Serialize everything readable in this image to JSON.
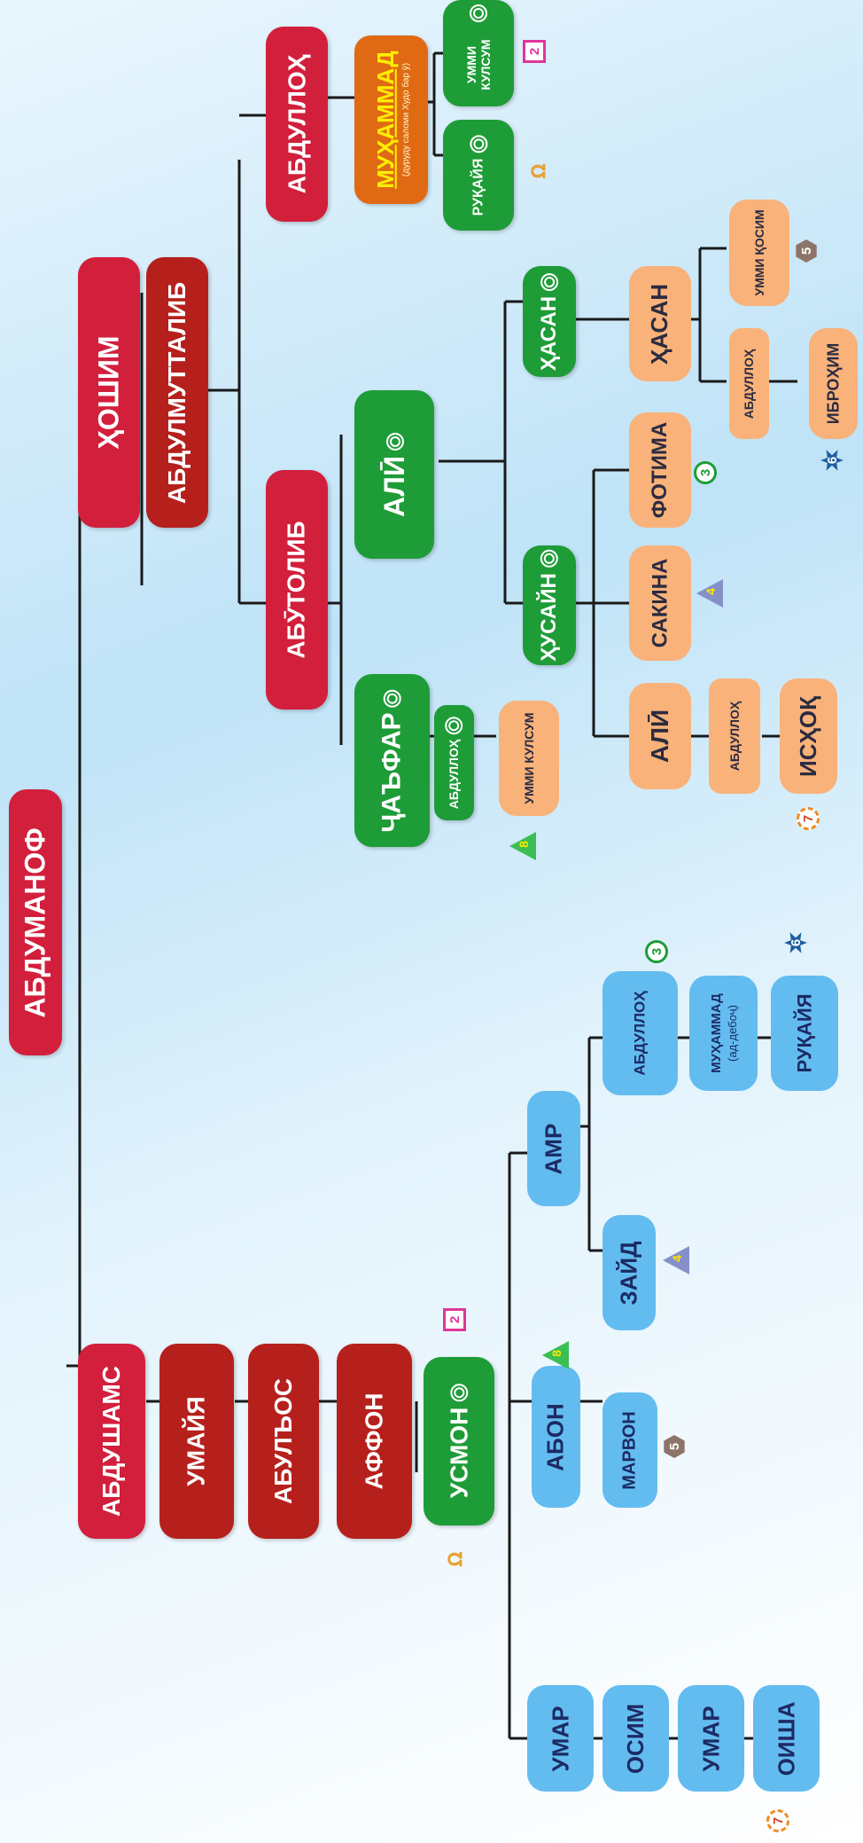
{
  "nodes": {
    "abdumanof": "АБДУМАНОФ",
    "hoshim": "ҲОШИМ",
    "abdulmuttalib": "АБДУЛМУТТАЛИБ",
    "abdulloh_father": "АБДУЛЛОҲ",
    "muhammad": "МУҲАММАД",
    "muhammad_sub": "(дуруду саломи Худо бар ӯ)",
    "ummi_kulsum_1": "УММИ КУЛСУМ",
    "ruqayya_1": "РУҚАЙЯ",
    "abutolib": "АБӮТОЛИБ",
    "ali": "АЛӢ",
    "jafar": "ҶАЪФАР",
    "abdulloh_jafar": "АБДУЛЛОҲ",
    "ummi_kulsum_2": "УММИ КУЛСУМ",
    "hasan": "ҲАСАН",
    "husayn": "ҲУСАЙН",
    "hasan_2": "ҲАСАН",
    "ummi_qosim": "УММИ ҚОСИМ",
    "abdulloh_hasan": "АБДУЛЛОҲ",
    "ibrohim": "ИБРОҲИМ",
    "fotima": "ФОТИМА",
    "sakina": "САКИНА",
    "ali_2": "АЛӢ",
    "abdulloh_ali": "АБДУЛЛОҲ",
    "ishoq": "ИСҲОҚ",
    "abdushams": "АБДУШАМС",
    "umayya": "УМАЙЯ",
    "abulos": "АБУЛЪОС",
    "affon": "АФФОН",
    "usmon": "УСМОН",
    "abon": "АБОН",
    "marvon": "МАРВОН",
    "amr": "АМР",
    "zayd": "ЗАЙД",
    "abdulloh_amr": "АБДУЛЛОҲ",
    "muhammad_2": "МУҲАММАД",
    "muhammad_2_sub": "(ад-дебоҷ)",
    "ruqayya_2": "РУҚАЙЯ",
    "umar": "УМАР",
    "osim": "ОСИМ",
    "umar_2": "УМАР",
    "oisha": "ОИША"
  },
  "badges": {
    "b2": "2",
    "b3": "3",
    "b4": "4",
    "b5": "5",
    "b6": "6",
    "b7": "7",
    "b8": "8"
  },
  "colors": {
    "red": "#d21f3c",
    "dark_red": "#b5201c",
    "green": "#1e9c37",
    "orange": "#e06a14",
    "peach": "#f8b27a",
    "blue": "#63bcf0",
    "line": "#1a1a1a"
  }
}
